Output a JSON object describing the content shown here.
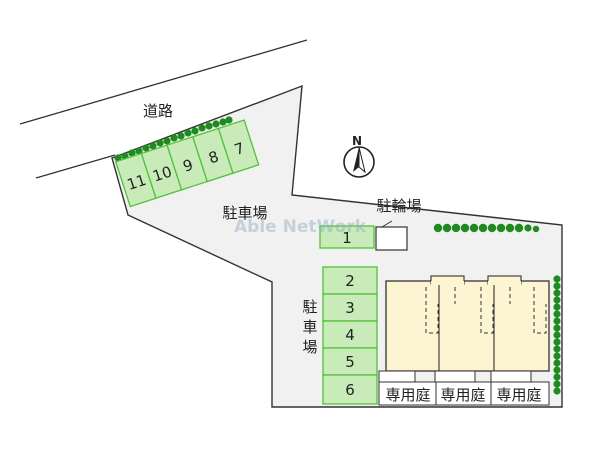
{
  "labels": {
    "road": "道路",
    "parking_main": "駐車場",
    "bicycle_parking": "駐輪場",
    "parking_vertical": [
      "駐",
      "車",
      "場"
    ],
    "compass": "N",
    "watermark": "Able NetWork"
  },
  "top_spaces": [
    "11",
    "10",
    "9",
    "8",
    "7"
  ],
  "space_1": "1",
  "column_spaces": [
    "2",
    "3",
    "4",
    "5",
    "6"
  ],
  "private_gardens": [
    "専用庭",
    "専用庭",
    "専用庭"
  ],
  "colors": {
    "lot": "#f1f1f1",
    "space_fill": "#c9ebba",
    "space_stroke": "#52c13a",
    "building": "#fdf5d2",
    "hedge": "#1f8a1f",
    "outline": "#333333"
  }
}
